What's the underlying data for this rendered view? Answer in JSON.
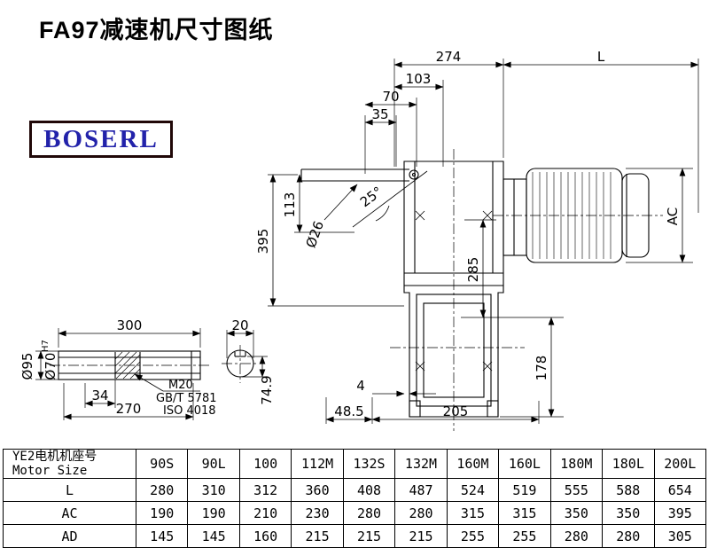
{
  "header": {
    "title": "FA97减速机尺寸图纸",
    "logo": "BOSERL"
  },
  "drawing": {
    "dims": {
      "top_274": "274",
      "top_L": "L",
      "top_103": "103",
      "top_70": "70",
      "top_35": "35",
      "angle_25": "25°",
      "dia_26": "Ø26",
      "left_395": "395",
      "left_113": "113",
      "mid_285": "285",
      "right_AC": "AC",
      "right_178": "178",
      "bot_4": "4",
      "bot_48_5": "48.5",
      "bot_205": "205"
    },
    "shaft_detail": {
      "len_300": "300",
      "key_20": "20",
      "key_34": "34",
      "len_270": "270",
      "dia_95": "Ø95",
      "dia_70": "Ø70",
      "tol_h7": "H7",
      "key_74_9": "74.9",
      "thread_m20": "M20",
      "std_gbt": "GB/T 5781",
      "std_iso": "ISO 4018"
    }
  },
  "table": {
    "col0_line1": "YE2电机机座号",
    "col0_line2": "Motor Size",
    "sizes": [
      "90S",
      "90L",
      "100",
      "112M",
      "132S",
      "132M",
      "160M",
      "160L",
      "180M",
      "180L",
      "200L"
    ],
    "rows": [
      {
        "label": "L",
        "values": [
          "280",
          "310",
          "312",
          "360",
          "408",
          "487",
          "524",
          "519",
          "555",
          "588",
          "654"
        ]
      },
      {
        "label": "AC",
        "values": [
          "190",
          "190",
          "210",
          "230",
          "280",
          "280",
          "315",
          "315",
          "350",
          "350",
          "395"
        ]
      },
      {
        "label": "AD",
        "values": [
          "145",
          "145",
          "160",
          "215",
          "215",
          "215",
          "255",
          "255",
          "280",
          "280",
          "305"
        ]
      }
    ]
  }
}
